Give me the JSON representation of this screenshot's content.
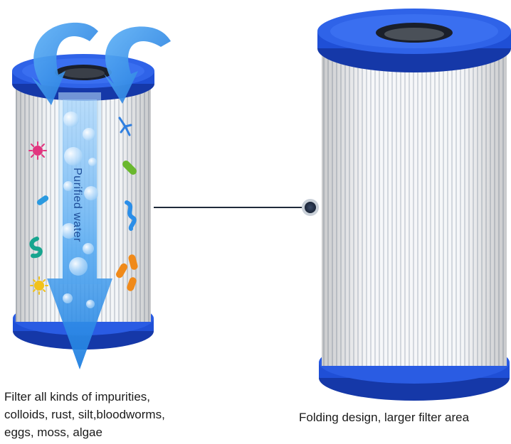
{
  "left_product": {
    "arrow_label": "Purified water",
    "caption_lines": [
      "Filter all kinds of impurities,",
      "colloids, rust, silt,bloodworms,",
      "eggs, moss, algae"
    ]
  },
  "right_product": {
    "caption": "Folding design, larger filter area"
  },
  "colors": {
    "cap_blue": "#1f4fd6",
    "cap_blue_dark": "#1538a8",
    "pleat_white": "#f4f6f8",
    "pleat_shadow": "#c9ced6",
    "arrow_blue": "#2b8ee8",
    "connector": "#1f2a3a"
  }
}
